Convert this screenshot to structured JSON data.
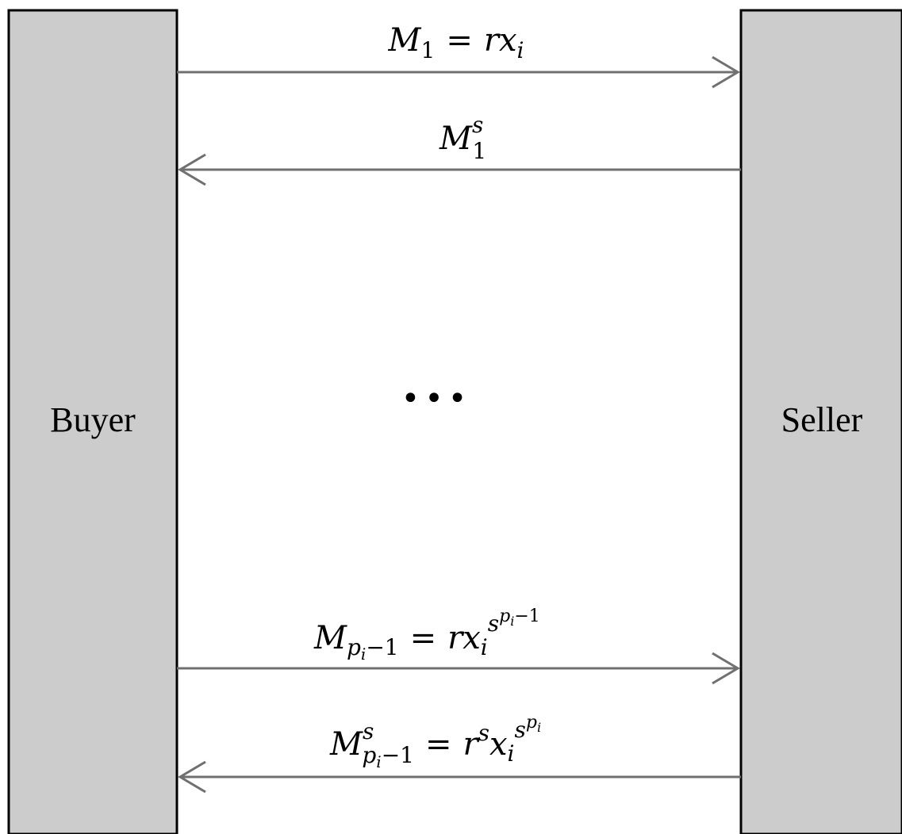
{
  "diagram": {
    "actors": {
      "buyer": {
        "label": "Buyer",
        "fill": "#cccccc",
        "stroke": "#000000"
      },
      "seller": {
        "label": "Seller",
        "fill": "#cccccc",
        "stroke": "#000000"
      }
    },
    "arrow_color": "#707070",
    "ellipsis": "•••",
    "messages": [
      {
        "direction": "buyer-to-seller",
        "label": {
          "var": "M",
          "sub": "1",
          "eq": "=",
          "rhs": "rx",
          "rhs_sub": "i"
        }
      },
      {
        "direction": "seller-to-buyer",
        "label": {
          "var": "M",
          "sup": "s",
          "sub": "1"
        }
      },
      {
        "direction": "buyer-to-seller",
        "label": {
          "var": "M",
          "sub_base": "p",
          "sub_sub": "i",
          "sub_tail": "−1",
          "eq": "=",
          "rhs": "rx",
          "rhs_sub": "i",
          "sup_base": "s",
          "sup_sup_base": "p",
          "sup_sup_sub": "i",
          "sup_sup_tail": "−1"
        }
      },
      {
        "direction": "seller-to-buyer",
        "label": {
          "var": "M",
          "sup": "s",
          "sub_base": "p",
          "sub_sub": "i",
          "sub_tail": "−1",
          "eq": "=",
          "rhs_r": "r",
          "rhs_r_sup": "s",
          "rhs_x": "x",
          "rhs_x_sub": "i",
          "sup_base": "s",
          "sup_sup_base": "p",
          "sup_sup_sub": "i"
        }
      }
    ]
  }
}
